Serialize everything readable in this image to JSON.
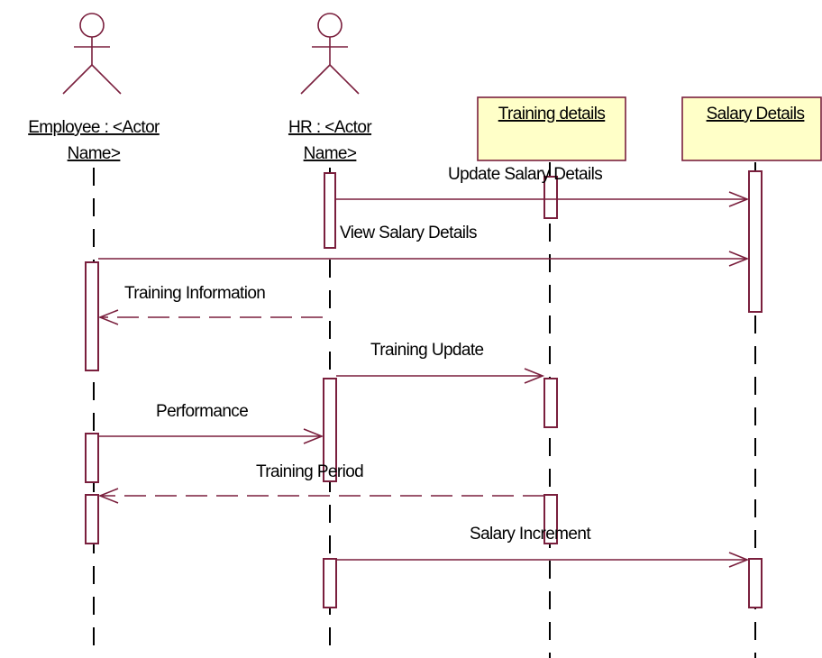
{
  "colors": {
    "line": "#7a1f3d",
    "object_fill": "#ffffc8",
    "lifeline": "#000000",
    "background": "#ffffff"
  },
  "participants": [
    {
      "id": "employee",
      "kind": "actor",
      "label_line1": "Employee : <Actor",
      "label_line2": "Name>"
    },
    {
      "id": "hr",
      "kind": "actor",
      "label_line1": "HR : <Actor",
      "label_line2": "Name>"
    },
    {
      "id": "training",
      "kind": "object",
      "label": "Training details"
    },
    {
      "id": "salary",
      "kind": "object",
      "label": "Salary Details"
    }
  ],
  "messages": [
    {
      "id": "update-salary-details",
      "from": "hr",
      "to": "salary",
      "label": "Update Salary Details",
      "style": "solid"
    },
    {
      "id": "view-salary-details",
      "from": "employee",
      "to": "salary",
      "label": "View Salary Details",
      "style": "solid"
    },
    {
      "id": "training-information",
      "from": "hr",
      "to": "employee",
      "label": "Training Information",
      "style": "dashed"
    },
    {
      "id": "training-update",
      "from": "hr",
      "to": "training",
      "label": "Training Update",
      "style": "solid"
    },
    {
      "id": "performance",
      "from": "employee",
      "to": "hr",
      "label": "Performance",
      "style": "solid"
    },
    {
      "id": "training-period",
      "from": "training",
      "to": "employee",
      "label": "Training Period",
      "style": "dashed"
    },
    {
      "id": "salary-increment",
      "from": "hr",
      "to": "salary",
      "label": "Salary Increment",
      "style": "solid"
    }
  ]
}
